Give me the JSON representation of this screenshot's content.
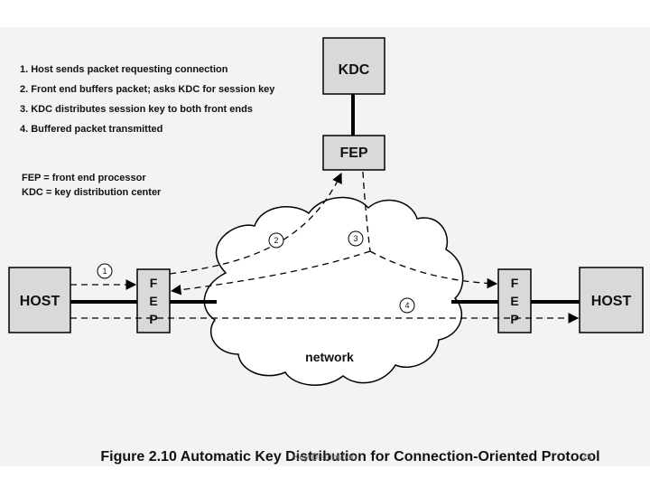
{
  "steps": [
    "1. Host sends packet requesting connection",
    "2. Front end buffers packet; asks KDC for session key",
    "3. KDC distributes session key to both front ends",
    "4. Buffered packet transmitted"
  ],
  "legend": [
    "FEP  = front end processor",
    "KDC = key distribution center"
  ],
  "boxes": {
    "kdc": "KDC",
    "fep_top": "FEP",
    "host_left": "HOST",
    "host_right": "HOST",
    "fep_letters": [
      "F",
      "E",
      "P"
    ]
  },
  "network_label": "network",
  "markers": [
    "1",
    "2",
    "3",
    "4"
  ],
  "caption": "Figure 2.10  Automatic Key Distribution for Connection-Oriented Protocol",
  "overlay": {
    "footer_text": "Key Distribution",
    "page_number": "25"
  },
  "colors": {
    "box_fill": "#d9d9d9",
    "panel_bg": "#f3f3f3",
    "line": "#000000"
  }
}
